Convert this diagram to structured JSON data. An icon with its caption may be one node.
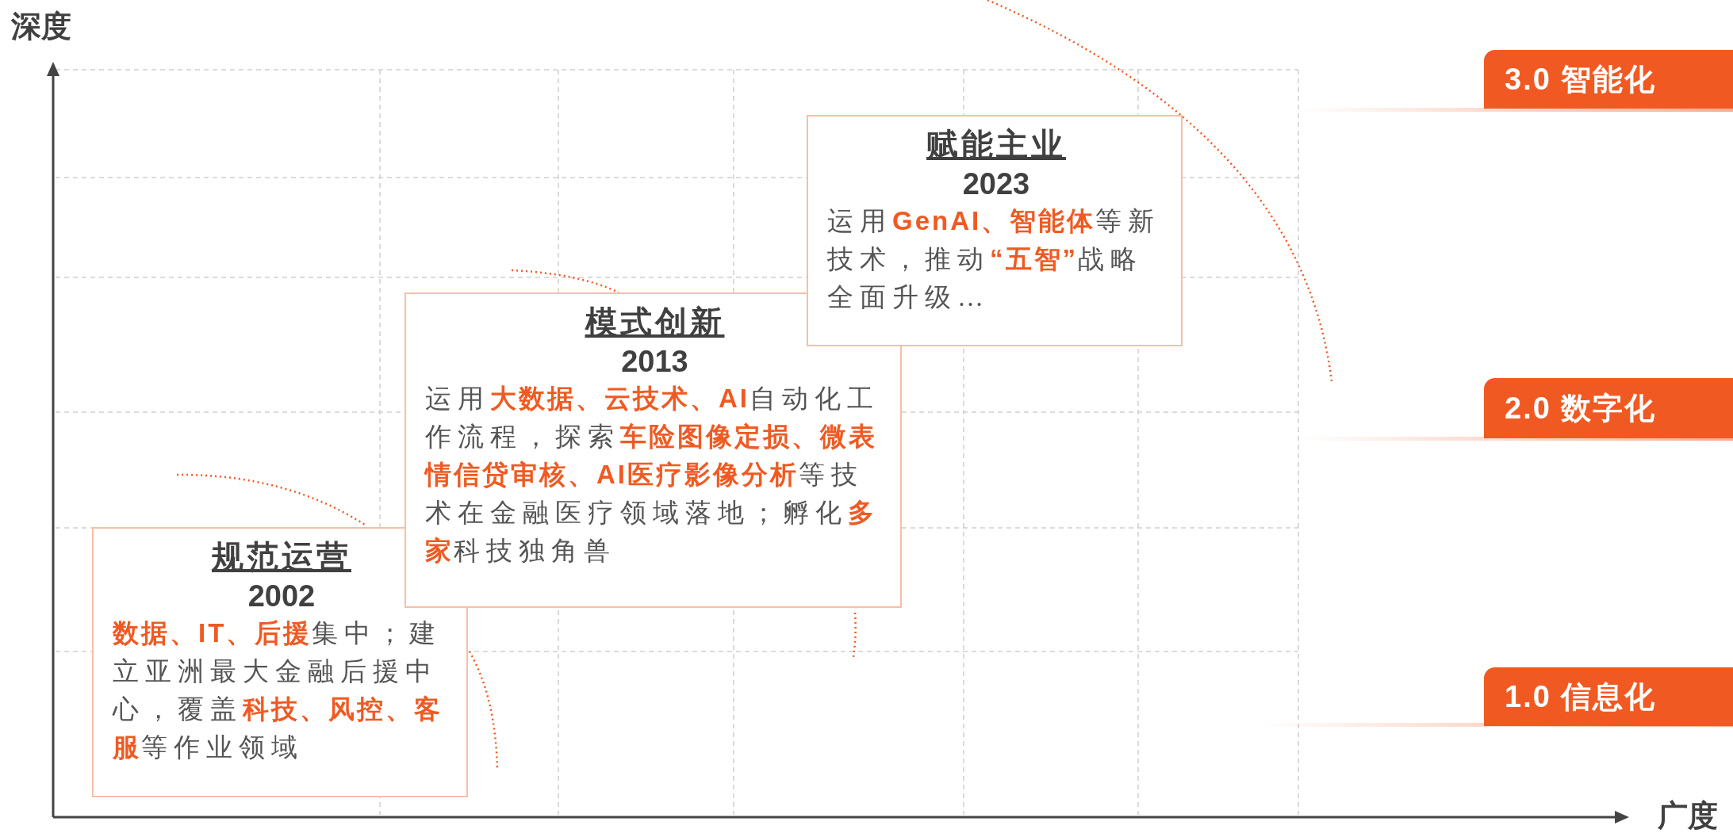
{
  "diagram": {
    "nodes": [
      {
        "text": [
          "规范运营",
          "2002",
          "**数据、IT、后援**集中；建立亚洲最大金融后援中心，覆盖**科技、风控、客服**等作业领域"
        ]
      },
      {
        "text": [
          "模式创新",
          "2013",
          "运用**大数据、云技术、AI**自动化工作流程，探索**车险图像定损、微表情信贷审核、AI医疗影像分析**等技术在金融医疗领域落地；孵化**多家**科技独角兽"
        ]
      },
      {
        "text": [
          "赋能主业",
          "2023",
          "运用**GenAI、智能体**等新技术，推动**“五智”**战略全面升级…"
        ]
      },
      {
        "text": [
          "3.0 智能化"
        ]
      },
      {
        "text": [
          "2.0 数字化"
        ]
      },
      {
        "text": [
          "1.0 信息化"
        ]
      }
    ],
    "labels": [
      "深度",
      "广度"
    ]
  }
}
